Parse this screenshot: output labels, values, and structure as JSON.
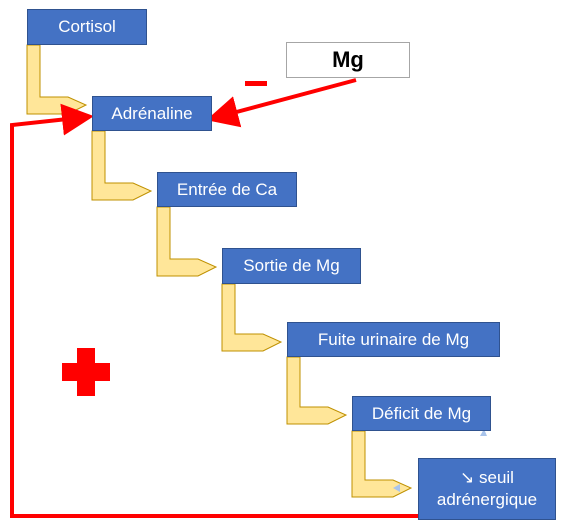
{
  "nodes": {
    "cortisol": "Cortisol",
    "adrenaline": "Adrénaline",
    "calcium_entry": "Entrée de Ca",
    "magnesium_exit": "Sortie de Mg",
    "urinary_leak": "Fuite urinaire de Mg",
    "deficit": "Déficit de Mg",
    "threshold_line1": "↘ seuil",
    "threshold_line2": "adrénergique"
  },
  "inhibitor": {
    "label": "Mg"
  },
  "colors": {
    "node_fill": "#4472c4",
    "connector_fill": "#ffe699",
    "feedback_arrow": "#ff0000"
  }
}
